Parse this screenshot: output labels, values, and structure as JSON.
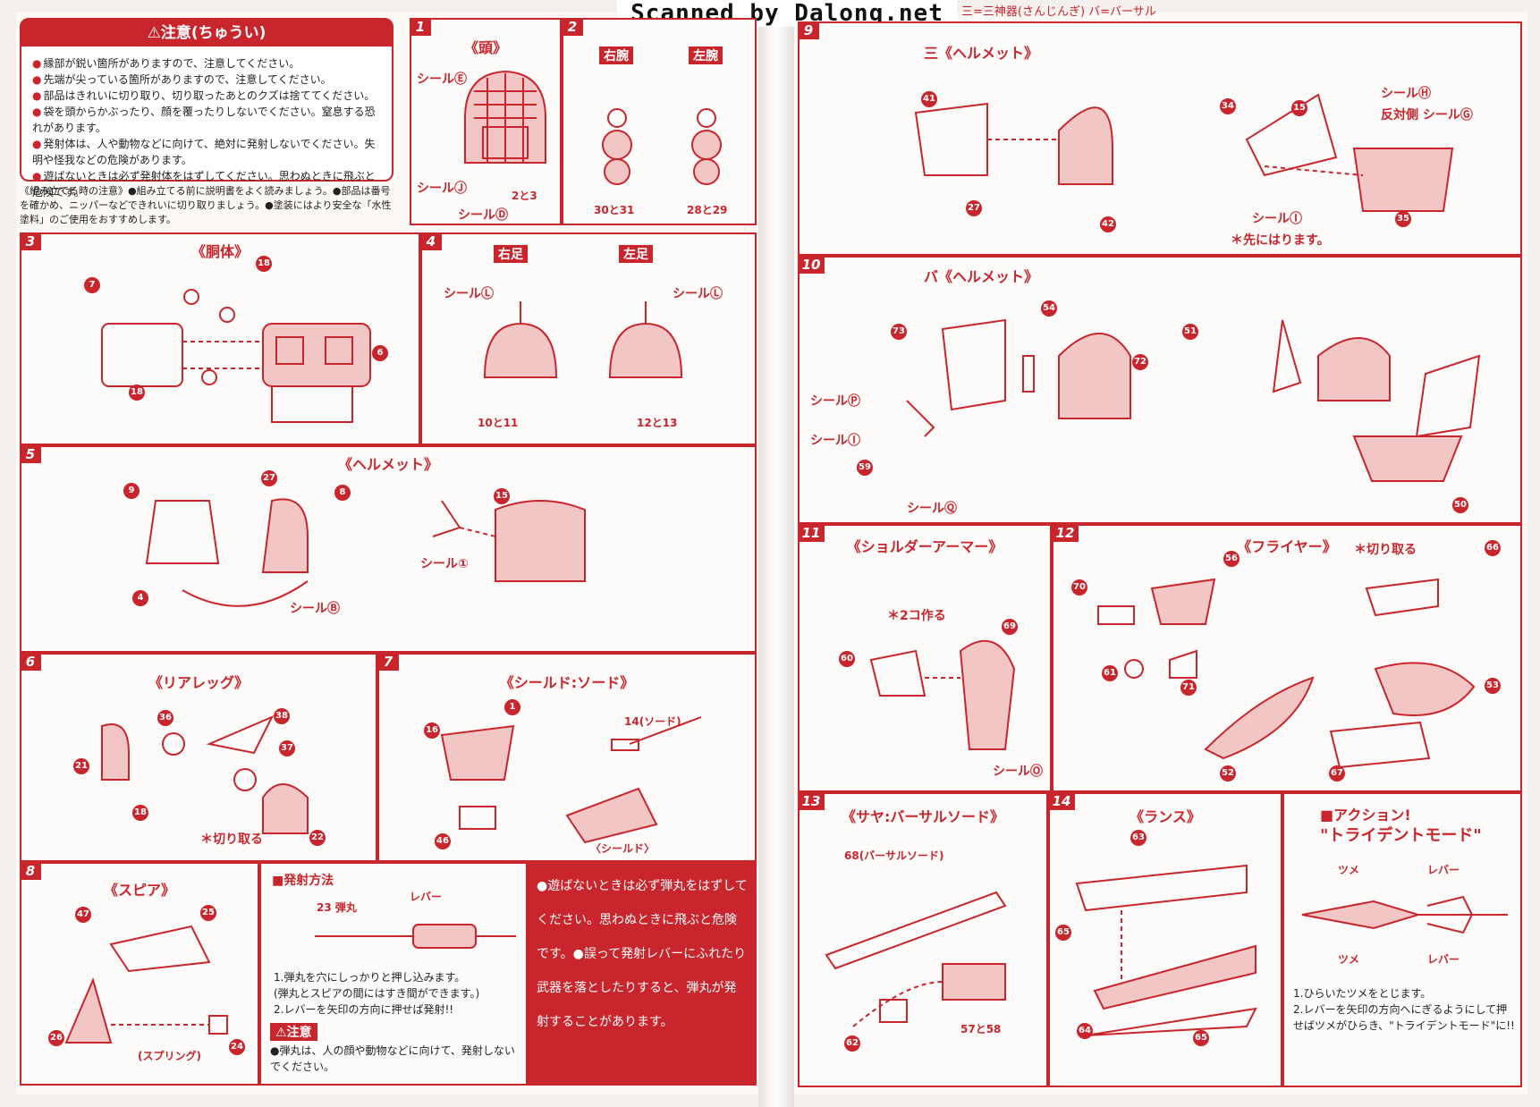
{
  "watermark": "Scanned by Dalong.net",
  "header_legend": "三=三神器(さんじんぎ) バ=バーサル",
  "caution": {
    "title": "⚠注意(ちゅうい)",
    "items": [
      "縁部が鋭い箇所がありますので、注意してください。",
      "先端が尖っている箇所がありますので、注意してください。",
      "部品はきれいに切り取り、切り取ったあとのクズは捨ててください。",
      "袋を頭からかぶったり、顔を覆ったりしないでください。窒息する恐れがあります。",
      "発射体は、人や動物などに向けて、絶対に発射しないでください。失明や怪我などの危険があります。",
      "遊ばないときは必ず発射体をはずしてください。思わぬときに飛ぶと危険です。"
    ],
    "notes": "《組み立てる時の注意》●組み立てる前に説明書をよく読みましょう。●部品は番号を確かめ、ニッパーなどできれいに切り取りましょう。●塗装にはより安全な「水性塗料」のご使用をおすすめします。"
  },
  "steps": {
    "s1": {
      "num": "1",
      "title": "《頭》",
      "seal_e": "シールⒺ",
      "seal_j": "シールⒿ",
      "seal_d": "シールⒹ",
      "parts": "2と3"
    },
    "s2": {
      "num": "2",
      "right": "右腕",
      "left": "左腕",
      "parts_r": "30と31",
      "parts_l": "28と29"
    },
    "s3": {
      "num": "3",
      "title": "《胴体》",
      "p7": "7",
      "p18a": "18",
      "p18b": "18",
      "p6": "6"
    },
    "s4": {
      "num": "4",
      "right": "右足",
      "left": "左足",
      "seal_l1": "シールⓁ",
      "seal_l2": "シールⓁ",
      "parts_r": "10と11",
      "parts_l": "12と13"
    },
    "s5": {
      "num": "5",
      "title": "《ヘルメット》",
      "p9": "9",
      "p27": "27",
      "p8": "8",
      "p4": "4",
      "p15": "15",
      "seal_b": "シールⒷ",
      "seal_1": "シール①"
    },
    "s6": {
      "num": "6",
      "title": "《リアレッグ》",
      "p36": "36",
      "p38": "38",
      "p37": "37",
      "p21": "21",
      "p18": "18",
      "p22": "22",
      "note": "＊切り取る"
    },
    "s7": {
      "num": "7",
      "title": "《シールド:ソード》",
      "p1": "1",
      "p16": "16",
      "p46": "46",
      "sword": "14(ソード)",
      "shield": "〈シールド〉"
    },
    "s8": {
      "num": "8",
      "title": "《スピア》",
      "p47": "47",
      "p25": "25",
      "p26": "26",
      "p24": "24",
      "spring": "(スプリング)"
    },
    "launch": {
      "title": "■発射方法",
      "bullet": "23 弾丸",
      "lever": "レバー",
      "steps": [
        "1.弾丸を穴にしっかりと押し込みます。",
        "(弾丸とスピアの間にはすき間ができます。)",
        "2.レバーを矢印の方向に押せば発射!!"
      ],
      "caution_title": "⚠注意",
      "caution_text": "●弾丸は、人の顔や動物などに向けて、発射しないでください。"
    },
    "warning_box": "●遊ばないときは必ず弾丸をはずしてください。思わぬときに飛ぶと危険です。●誤って発射レバーにふれたり武器を落としたりすると、弾丸が発射することがあります。",
    "s9": {
      "num": "9",
      "title": "三《ヘルメット》",
      "p41": "41",
      "p27": "27",
      "p42": "42",
      "p34": "34",
      "p15": "15",
      "p35": "35",
      "seal_h": "シールⒽ",
      "seal_g": "反対側 シールⒼ",
      "seal_i": "シールⒾ",
      "note": "＊先にはります。"
    },
    "s10": {
      "num": "10",
      "title": "バ《ヘルメット》",
      "p73": "73",
      "p54": "54",
      "p72": "72",
      "p59": "59",
      "p51": "51",
      "p50": "50",
      "seal_p": "シールⓅ",
      "seal_i": "シールⒾ",
      "seal_q": "シールⓆ"
    },
    "s11": {
      "num": "11",
      "title": "《ショルダーアーマー》",
      "note": "＊2コ作る",
      "p60": "60",
      "p69": "69",
      "seal_o": "シールⓄ"
    },
    "s12": {
      "num": "12",
      "title": "《フライヤー》",
      "note": "＊切り取る",
      "p70": "70",
      "p56": "56",
      "p61": "61",
      "p71": "71",
      "p66": "66",
      "p53": "53",
      "p52": "52",
      "p67": "67"
    },
    "s13": {
      "num": "13",
      "title": "《サヤ:バーサルソード》",
      "sword": "68(バーサルソード)",
      "p62": "62",
      "parts": "57と58"
    },
    "s14": {
      "num": "14",
      "title": "《ランス》",
      "p63": "63",
      "p65a": "65",
      "p64": "64",
      "p65b": "65"
    },
    "action": {
      "title": "■アクション!",
      "subtitle": "\"トライデントモード\"",
      "tsume": "ツメ",
      "lever": "レバー",
      "steps": [
        "1.ひらいたツメをとじます。",
        "2.レバーを矢印の方向へにぎるようにして押せばツメがひらき、\"トライデントモード\"に!!"
      ]
    }
  }
}
